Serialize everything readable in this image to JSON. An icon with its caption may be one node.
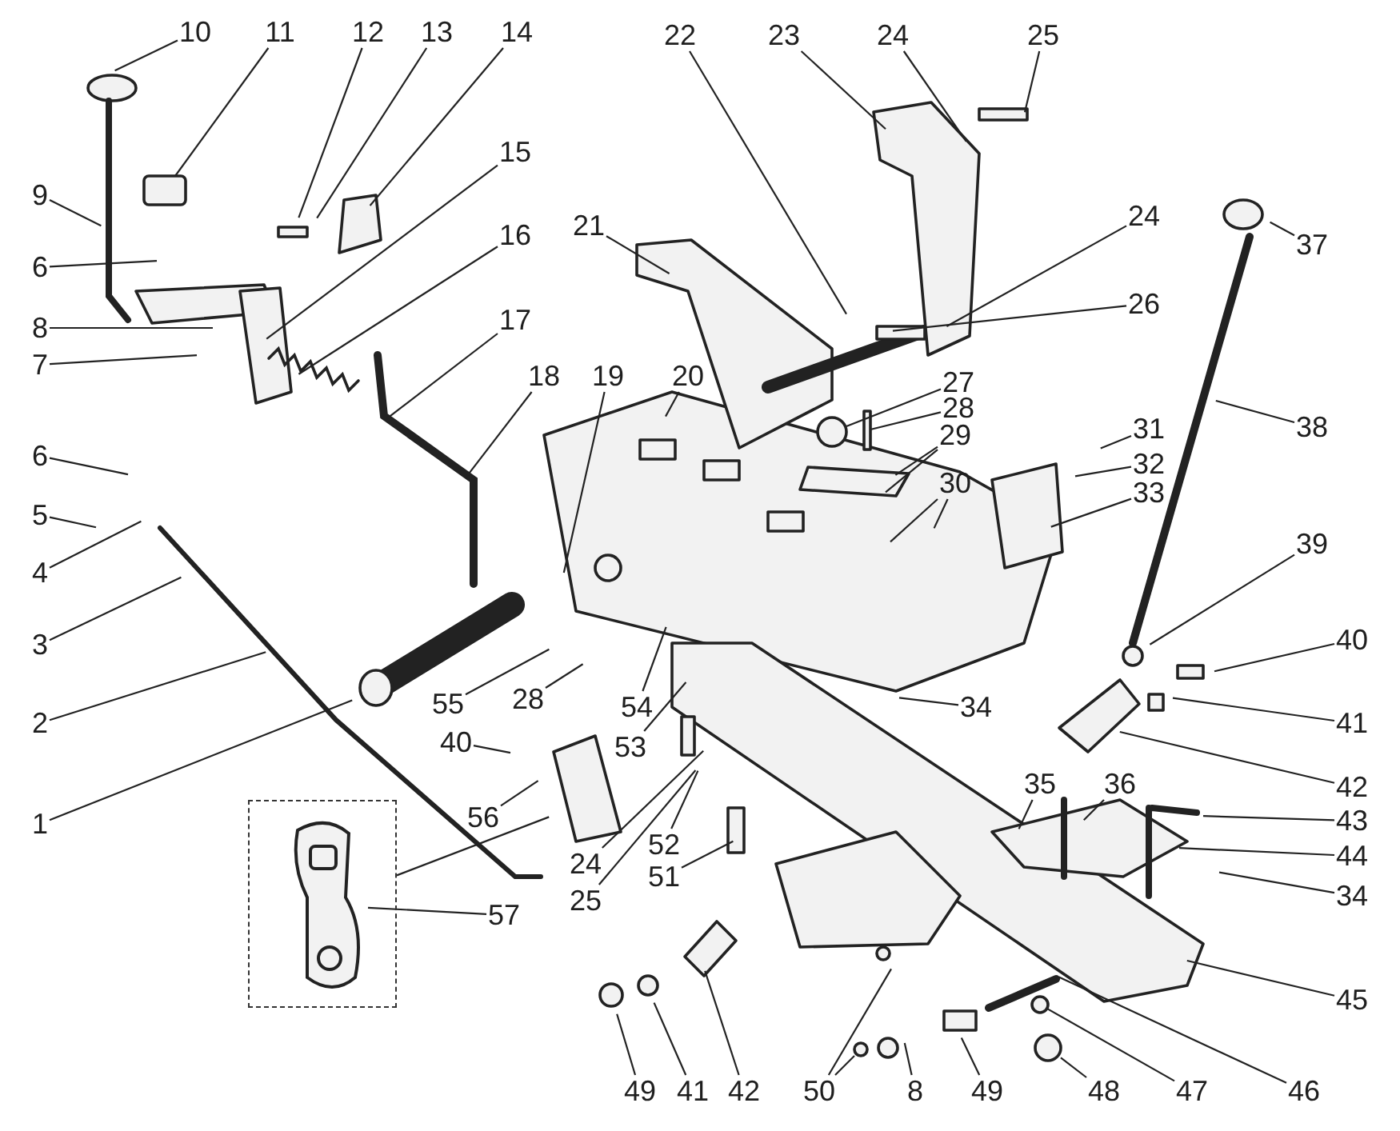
{
  "diagram": {
    "nodes": [
      {
        "text": [
          "10"
        ]
      },
      {
        "text": [
          "11"
        ]
      },
      {
        "text": [
          "12"
        ]
      },
      {
        "text": [
          "13"
        ]
      },
      {
        "text": [
          "14"
        ]
      },
      {
        "text": [
          "22"
        ]
      },
      {
        "text": [
          "23"
        ]
      },
      {
        "text": [
          "24"
        ]
      },
      {
        "text": [
          "25"
        ]
      },
      {
        "text": [
          "15"
        ]
      },
      {
        "text": [
          "9"
        ]
      },
      {
        "text": [
          "21"
        ]
      },
      {
        "text": [
          "24"
        ]
      },
      {
        "text": [
          "16"
        ]
      },
      {
        "text": [
          "37"
        ]
      },
      {
        "text": [
          "6"
        ]
      },
      {
        "text": [
          "26"
        ]
      },
      {
        "text": [
          "17"
        ]
      },
      {
        "text": [
          "8"
        ]
      },
      {
        "text": [
          "7"
        ]
      },
      {
        "text": [
          "18"
        ]
      },
      {
        "text": [
          "19"
        ]
      },
      {
        "text": [
          "20"
        ]
      },
      {
        "text": [
          "27"
        ]
      },
      {
        "text": [
          "28"
        ]
      },
      {
        "text": [
          "38"
        ]
      },
      {
        "text": [
          "31"
        ]
      },
      {
        "text": [
          "29"
        ]
      },
      {
        "text": [
          "6"
        ]
      },
      {
        "text": [
          "32"
        ]
      },
      {
        "text": [
          "30"
        ]
      },
      {
        "text": [
          "33"
        ]
      },
      {
        "text": [
          "5"
        ]
      },
      {
        "text": [
          "39"
        ]
      },
      {
        "text": [
          "4"
        ]
      },
      {
        "text": [
          "40"
        ]
      },
      {
        "text": [
          "3"
        ]
      },
      {
        "text": [
          "55"
        ]
      },
      {
        "text": [
          "28"
        ]
      },
      {
        "text": [
          "54"
        ]
      },
      {
        "text": [
          "34"
        ]
      },
      {
        "text": [
          "2"
        ]
      },
      {
        "text": [
          "41"
        ]
      },
      {
        "text": [
          "53"
        ]
      },
      {
        "text": [
          "40"
        ]
      },
      {
        "text": [
          "42"
        ]
      },
      {
        "text": [
          "35"
        ]
      },
      {
        "text": [
          "36"
        ]
      },
      {
        "text": [
          "56"
        ]
      },
      {
        "text": [
          "43"
        ]
      },
      {
        "text": [
          "1"
        ]
      },
      {
        "text": [
          "52"
        ]
      },
      {
        "text": [
          "44"
        ]
      },
      {
        "text": [
          "24"
        ]
      },
      {
        "text": [
          "51"
        ]
      },
      {
        "text": [
          "34"
        ]
      },
      {
        "text": [
          "25"
        ]
      },
      {
        "text": [
          "57"
        ]
      },
      {
        "text": [
          "45"
        ]
      },
      {
        "text": [
          "49"
        ]
      },
      {
        "text": [
          "41"
        ]
      },
      {
        "text": [
          "42"
        ]
      },
      {
        "text": [
          "50"
        ]
      },
      {
        "text": [
          "8"
        ]
      },
      {
        "text": [
          "49"
        ]
      },
      {
        "text": [
          "48"
        ]
      },
      {
        "text": [
          "47"
        ]
      },
      {
        "text": [
          "46"
        ]
      },
      {
        "text": [],
        "shape": "box"
      },
      {
        "text": [],
        "shape": "picture",
        "in": 68
      },
      {
        "text": [],
        "shape": "box"
      },
      {
        "text": [],
        "shape": "bar"
      },
      {
        "text": [],
        "shape": "circle"
      },
      {
        "text": [],
        "shape": "circle"
      },
      {
        "text": [],
        "shape": "circle"
      },
      {
        "text": [],
        "shape": "circle"
      }
    ],
    "edges": [
      {
        "from": 0,
        "to": null,
        "arrow": "none"
      },
      {
        "from": 1,
        "to": 70,
        "arrow": "none"
      },
      {
        "from": 2,
        "to": null,
        "arrow": "none"
      },
      {
        "from": 3,
        "to": null,
        "arrow": "none"
      },
      {
        "from": 4,
        "to": null,
        "arrow": "none"
      },
      {
        "from": 5,
        "to": null,
        "arrow": "none"
      },
      {
        "from": 6,
        "to": null,
        "arrow": "none"
      },
      {
        "from": 7,
        "to": null,
        "arrow": "none"
      },
      {
        "from": 8,
        "to": null,
        "arrow": "none"
      },
      {
        "from": 9,
        "to": null,
        "arrow": "none"
      },
      {
        "from": 10,
        "to": null,
        "arrow": "none"
      },
      {
        "from": 11,
        "to": null,
        "arrow": "none"
      },
      {
        "from": 12,
        "to": null,
        "arrow": "none"
      },
      {
        "from": 13,
        "to": null,
        "arrow": "none"
      },
      {
        "from": 14,
        "to": null,
        "arrow": "none"
      },
      {
        "from": 15,
        "to": null,
        "arrow": "none"
      },
      {
        "from": 16,
        "to": null,
        "arrow": "none"
      },
      {
        "from": 17,
        "to": null,
        "arrow": "none"
      },
      {
        "from": 18,
        "to": null,
        "arrow": "none"
      },
      {
        "from": 19,
        "to": null,
        "arrow": "none"
      },
      {
        "from": 20,
        "to": null,
        "arrow": "none"
      },
      {
        "from": 21,
        "to": null,
        "arrow": "none"
      },
      {
        "from": 22,
        "to": null,
        "arrow": "none"
      },
      {
        "from": 23,
        "to": 75,
        "arrow": "none"
      },
      {
        "from": 24,
        "to": 71,
        "arrow": "none"
      },
      {
        "from": 25,
        "to": null,
        "arrow": "none"
      },
      {
        "from": 26,
        "to": null,
        "arrow": "none"
      },
      {
        "from": 27,
        "to": null,
        "arrow": "none"
      },
      {
        "from": 27,
        "to": null,
        "arrow": "none"
      },
      {
        "from": 28,
        "to": null,
        "arrow": "none"
      },
      {
        "from": 29,
        "to": null,
        "arrow": "none"
      },
      {
        "from": 30,
        "to": null,
        "arrow": "none"
      },
      {
        "from": 30,
        "to": null,
        "arrow": "none"
      },
      {
        "from": 31,
        "to": null,
        "arrow": "none"
      },
      {
        "from": 32,
        "to": null,
        "arrow": "none"
      },
      {
        "from": 33,
        "to": null,
        "arrow": "none"
      },
      {
        "from": 34,
        "to": null,
        "arrow": "none"
      },
      {
        "from": 35,
        "to": null,
        "arrow": "none"
      },
      {
        "from": 36,
        "to": null,
        "arrow": "none"
      },
      {
        "from": 37,
        "to": null,
        "arrow": "none"
      },
      {
        "from": 38,
        "to": null,
        "arrow": "none"
      },
      {
        "from": 39,
        "to": null,
        "arrow": "none"
      },
      {
        "from": 40,
        "to": null,
        "arrow": "none"
      },
      {
        "from": 41,
        "to": null,
        "arrow": "none"
      },
      {
        "from": 42,
        "to": null,
        "arrow": "none"
      },
      {
        "from": 43,
        "to": null,
        "arrow": "none"
      },
      {
        "from": 44,
        "to": null,
        "arrow": "none"
      },
      {
        "from": 45,
        "to": null,
        "arrow": "none"
      },
      {
        "from": 46,
        "to": null,
        "arrow": "none"
      },
      {
        "from": 47,
        "to": null,
        "arrow": "none"
      },
      {
        "from": 48,
        "to": null,
        "arrow": "none"
      },
      {
        "from": 49,
        "to": null,
        "arrow": "none"
      },
      {
        "from": 50,
        "to": null,
        "arrow": "none"
      },
      {
        "from": 51,
        "to": null,
        "arrow": "none"
      },
      {
        "from": 52,
        "to": null,
        "arrow": "none"
      },
      {
        "from": 53,
        "to": null,
        "arrow": "none"
      },
      {
        "from": 54,
        "to": null,
        "arrow": "none"
      },
      {
        "from": 55,
        "to": null,
        "arrow": "none"
      },
      {
        "from": 56,
        "to": null,
        "arrow": "none"
      },
      {
        "from": 57,
        "to": 69,
        "arrow": "none"
      },
      {
        "from": 58,
        "to": null,
        "arrow": "none"
      },
      {
        "from": 59,
        "to": null,
        "arrow": "none"
      },
      {
        "from": 60,
        "to": null,
        "arrow": "none"
      },
      {
        "from": 61,
        "to": null,
        "arrow": "none"
      },
      {
        "from": 62,
        "to": null,
        "arrow": "none"
      },
      {
        "from": 62,
        "to": 72,
        "arrow": "none"
      },
      {
        "from": 63,
        "to": null,
        "arrow": "none"
      },
      {
        "from": 64,
        "to": null,
        "arrow": "none"
      },
      {
        "from": 65,
        "to": 73,
        "arrow": "none"
      },
      {
        "from": 66,
        "to": 74,
        "arrow": "none"
      },
      {
        "from": 67,
        "to": null,
        "arrow": "none"
      },
      {
        "from": 68,
        "to": null,
        "arrow": "none"
      }
    ]
  }
}
